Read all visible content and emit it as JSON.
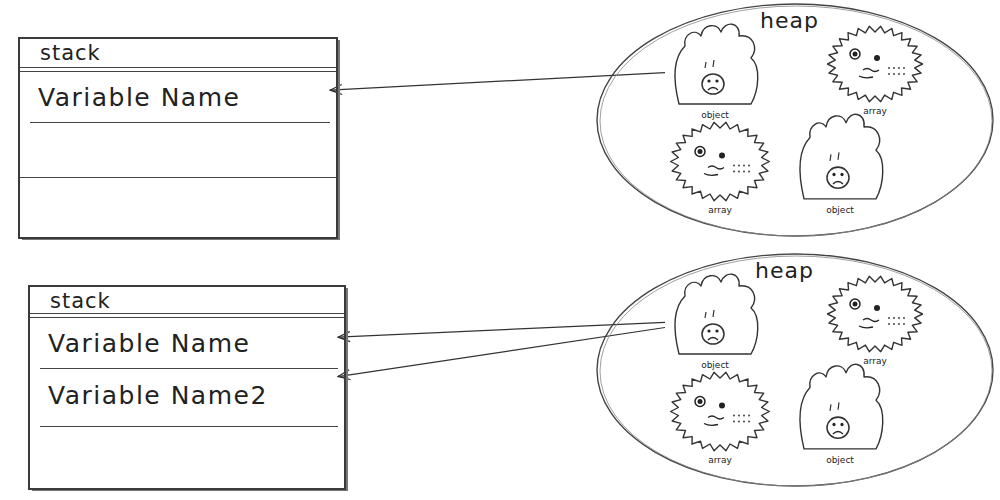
{
  "diagram": {
    "nodes": [
      {
        "text": [
          "stack"
        ]
      },
      {
        "text": [
          "Variable Name"
        ],
        "in": 0
      },
      {
        "text": [
          "heap"
        ]
      },
      {
        "text": [
          "object"
        ],
        "in": 2
      },
      {
        "text": [
          "array"
        ],
        "in": 2
      },
      {
        "text": [
          "array"
        ],
        "in": 2
      },
      {
        "text": [
          "object"
        ],
        "in": 2
      },
      {
        "text": [
          "stack"
        ]
      },
      {
        "text": [
          "Variable Name"
        ],
        "in": 7
      },
      {
        "text": [
          "Variable Name2"
        ],
        "in": 7
      },
      {
        "text": [
          "heap"
        ]
      },
      {
        "text": [
          "object"
        ],
        "in": 10
      },
      {
        "text": [
          "array"
        ],
        "in": 10
      },
      {
        "text": [
          "array"
        ],
        "in": 10
      },
      {
        "text": [
          "object"
        ],
        "in": 10
      }
    ],
    "edges": [
      {
        "from": 3,
        "to": 1,
        "arrow": "to"
      },
      {
        "from": 11,
        "to": 8,
        "arrow": "to"
      },
      {
        "from": 11,
        "to": 9,
        "arrow": "to"
      }
    ]
  }
}
